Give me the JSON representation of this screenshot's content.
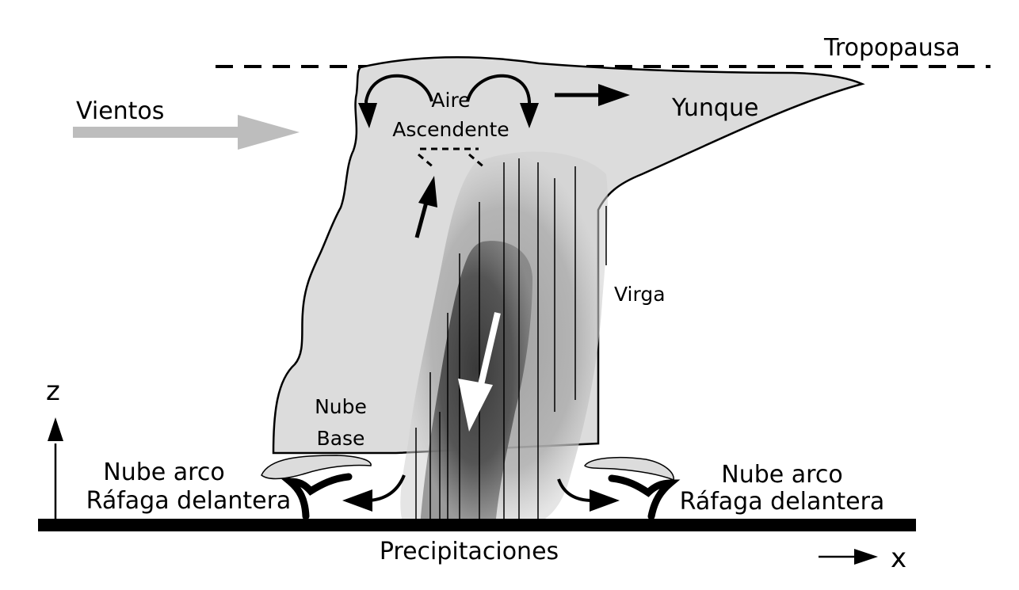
{
  "labels": {
    "tropopause": "Tropopausa",
    "winds": "Vientos",
    "updraft_line1": "Aire",
    "updraft_line2": "Ascendente",
    "anvil": "Yunque",
    "virga": "Virga",
    "cloud_base_line1": "Nube",
    "cloud_base_line2": "Base",
    "left_arc_line1": "Nube arco",
    "left_arc_line2": "Ráfaga delantera",
    "right_arc_line1": "Nube arco",
    "right_arc_line2": "Ráfaga delantera",
    "precipitation": "Precipitaciones",
    "z_axis": "z",
    "x_axis": "x"
  },
  "colors": {
    "cloud_fill": "#dcdcdc",
    "cloud_outline": "#000000",
    "rain_shaft": "#8c8c8c",
    "wind_arrow": "#bdbdbd",
    "ground": "#000000"
  }
}
